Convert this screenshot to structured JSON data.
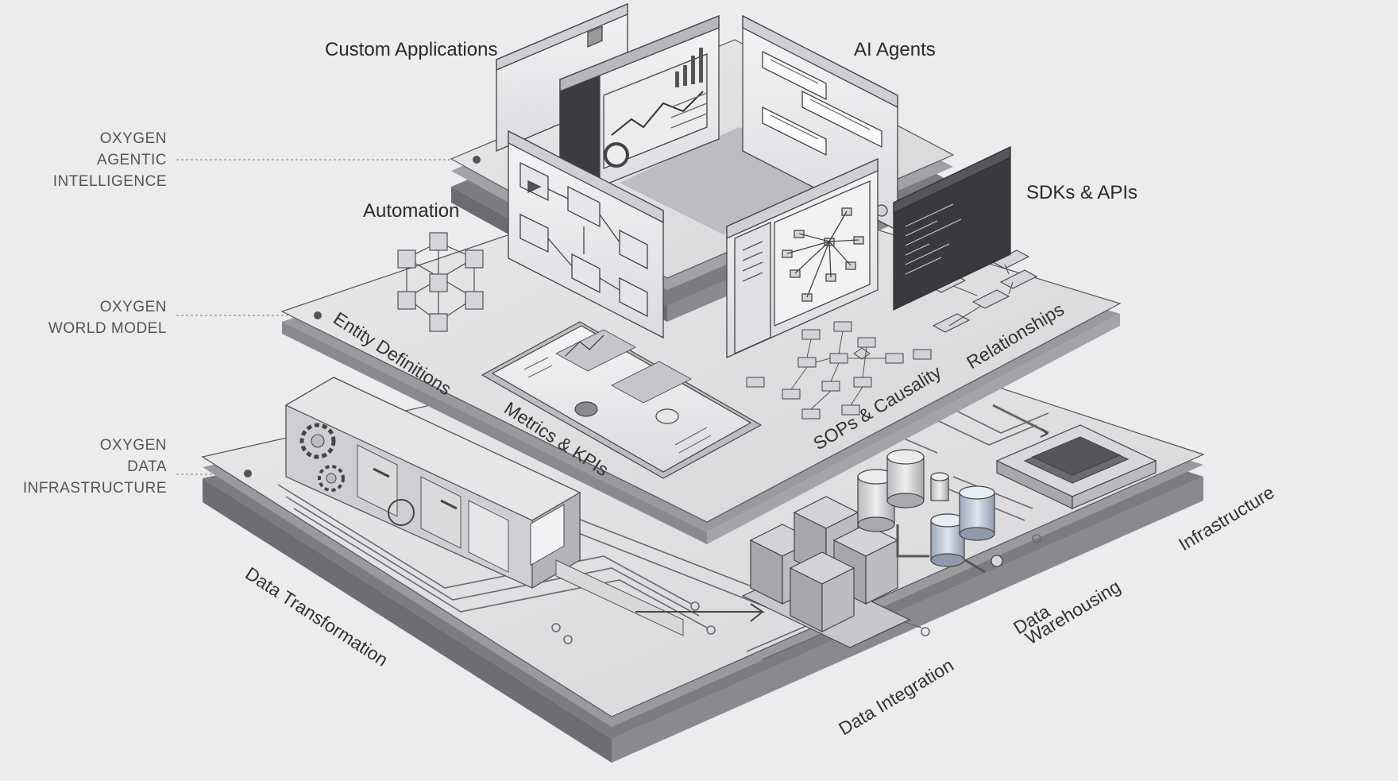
{
  "layers": [
    {
      "id": "intelligence",
      "lines": [
        "OXYGEN",
        "AGENTIC",
        "INTELLIGENCE"
      ]
    },
    {
      "id": "world",
      "lines": [
        "OXYGEN",
        "WORLD MODEL"
      ]
    },
    {
      "id": "data",
      "lines": [
        "OXYGEN",
        "DATA",
        "INFRASTRUCTURE"
      ]
    }
  ],
  "top_labels": {
    "custom_apps": "Custom Applications",
    "ai_agents": "AI Agents",
    "automation": "Automation",
    "sdks": "SDKs & APIs"
  },
  "world_labels": {
    "entity": "Entity Definitions",
    "metrics": "Metrics & KPIs",
    "sops": "SOPs & Causality",
    "relationships": "Relationships"
  },
  "data_labels": {
    "transformation": "Data Transformation",
    "integration": "Data Integration",
    "warehousing_1": "Data",
    "warehousing_2": "Warehousing",
    "infrastructure": "Infrastructure"
  },
  "colors": {
    "background": "#ececee",
    "plate_top": "#e2e2e4",
    "plate_side": "#8c8c90",
    "stroke": "#4a4a4e",
    "dark_panel": "#3c3c40"
  }
}
